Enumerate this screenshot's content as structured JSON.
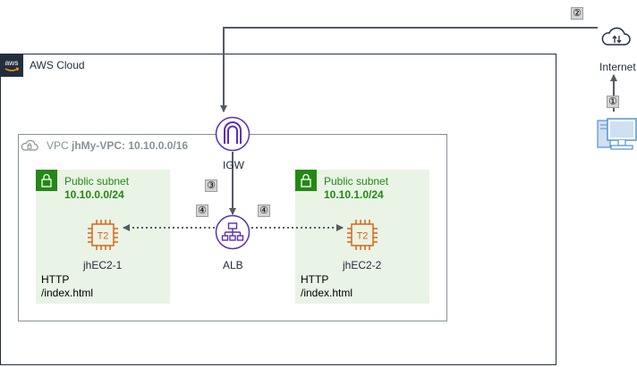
{
  "cloud": {
    "label": "AWS Cloud",
    "logo_text": "aws"
  },
  "vpc": {
    "prefix": "VPC ",
    "name": "jhMy-VPC: 10.10.0.0/16"
  },
  "subnets": [
    {
      "title": "Public subnet",
      "cidr": "10.10.0.0/24",
      "instance_name": "jhEC2-1",
      "instance_type": "T2",
      "http_line1": "HTTP",
      "http_line2": "/index.html"
    },
    {
      "title": "Public subnet",
      "cidr": "10.10.1.0/24",
      "instance_name": "jhEC2-2",
      "instance_type": "T2",
      "http_line1": "HTTP",
      "http_line2": "/index.html"
    }
  ],
  "igw": {
    "label": "IGW"
  },
  "alb": {
    "label": "ALB"
  },
  "internet": {
    "label": "Internet"
  },
  "steps": {
    "s1": "①",
    "s2": "②",
    "s3": "③",
    "s4a": "④",
    "s4b": "④"
  },
  "colors": {
    "aws_dark": "#232f3e",
    "vpc_gray": "#879196",
    "subnet_green": "#248814",
    "subnet_bg": "#e9f3e6",
    "ec2_orange": "#d86613",
    "service_purple": "#5a30b5",
    "ms_blue": "#5294cf"
  }
}
